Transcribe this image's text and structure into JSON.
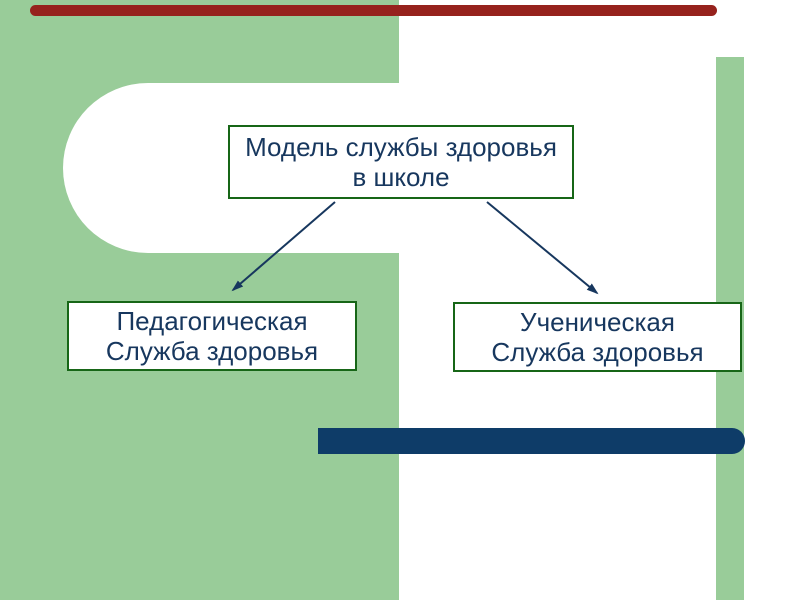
{
  "slide": {
    "title_box": {
      "lines": [
        "Модель службы здоровья",
        "в школе"
      ]
    },
    "left_box": {
      "lines": [
        "Педагогическая",
        "Служба здоровья"
      ]
    },
    "right_box": {
      "lines": [
        "Ученическая",
        "Служба здоровья"
      ]
    },
    "colors": {
      "panel_green": "#99CC99",
      "box_border_green": "#176617",
      "text_navy": "#17375E",
      "arrow_navy": "#17375E",
      "bottom_bar_navy": "#0E3C68",
      "top_bar_red": "#96221D"
    }
  }
}
